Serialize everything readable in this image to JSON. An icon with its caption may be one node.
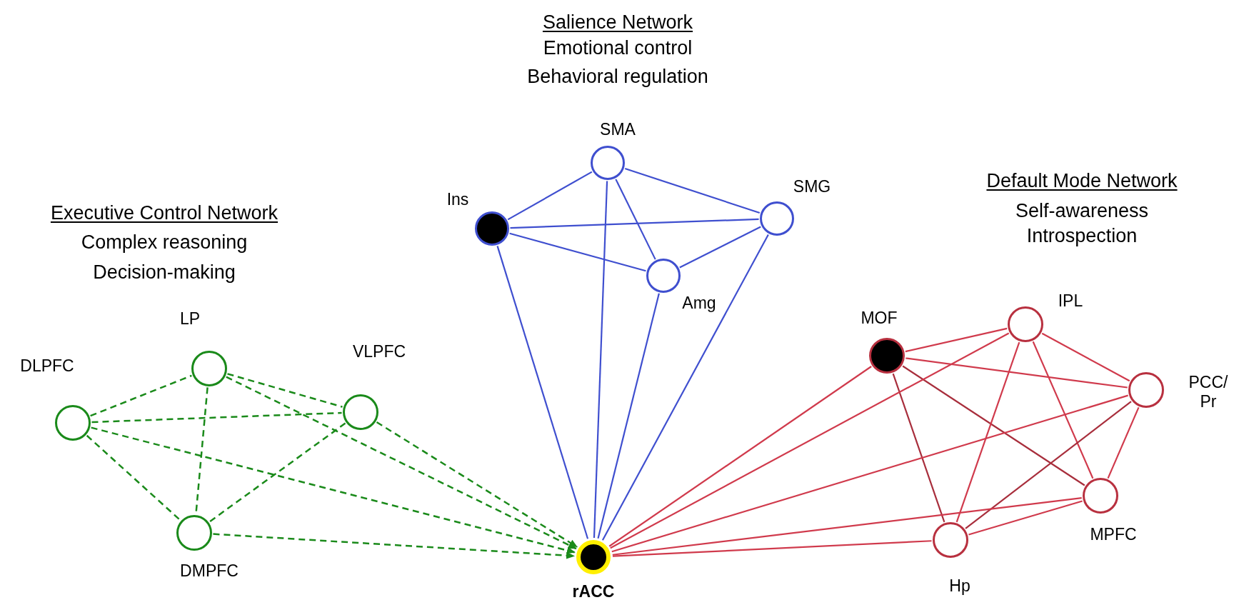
{
  "diagram": {
    "nodes": [
      {
        "text": [
          "SMA"
        ]
      },
      {
        "text": [
          "Ins"
        ]
      },
      {
        "text": [
          "SMG"
        ]
      },
      {
        "text": [
          "Amg"
        ]
      },
      {
        "text": [
          "DLPFC"
        ]
      },
      {
        "text": [
          "LP"
        ]
      },
      {
        "text": [
          "VLPFC"
        ]
      },
      {
        "text": [
          "DMPFC"
        ]
      },
      {
        "text": [
          "MOF"
        ]
      },
      {
        "text": [
          "IPL"
        ]
      },
      {
        "text": [
          "PCC/ Pr"
        ]
      },
      {
        "text": [
          "MPFC"
        ]
      },
      {
        "text": [
          "Hp"
        ]
      },
      {
        "text": [
          "rACC"
        ]
      }
    ],
    "edges": [
      {
        "from": 1,
        "to": 0,
        "arrow": "none",
        "color": "#3f4fcf"
      },
      {
        "from": 0,
        "to": 2,
        "arrow": "none",
        "color": "#3f4fcf"
      },
      {
        "from": 1,
        "to": 2,
        "arrow": "none",
        "color": "#3f4fcf"
      },
      {
        "from": 1,
        "to": 3,
        "arrow": "none",
        "color": "#3f4fcf"
      },
      {
        "from": 0,
        "to": 3,
        "arrow": "none",
        "color": "#3f4fcf"
      },
      {
        "from": 3,
        "to": 2,
        "arrow": "none",
        "color": "#3f4fcf"
      },
      {
        "from": 1,
        "to": 13,
        "arrow": "none",
        "color": "#3f4fcf"
      },
      {
        "from": 0,
        "to": 13,
        "arrow": "none",
        "color": "#3f4fcf"
      },
      {
        "from": 3,
        "to": 13,
        "arrow": "none",
        "color": "#3f4fcf"
      },
      {
        "from": 2,
        "to": 13,
        "arrow": "none",
        "color": "#3f4fcf"
      },
      {
        "from": 4,
        "to": 5,
        "arrow": "none",
        "style": "dashed",
        "color": "#1a8a1a"
      },
      {
        "from": 4,
        "to": 6,
        "arrow": "none",
        "style": "dashed",
        "color": "#1a8a1a"
      },
      {
        "from": 4,
        "to": 7,
        "arrow": "none",
        "style": "dashed",
        "color": "#1a8a1a"
      },
      {
        "from": 5,
        "to": 6,
        "arrow": "none",
        "style": "dashed",
        "color": "#1a8a1a"
      },
      {
        "from": 5,
        "to": 7,
        "arrow": "none",
        "style": "dashed",
        "color": "#1a8a1a"
      },
      {
        "from": 6,
        "to": 7,
        "arrow": "none",
        "style": "dashed",
        "color": "#1a8a1a"
      },
      {
        "from": 4,
        "to": 13,
        "arrow": "to",
        "style": "dashed",
        "color": "#1a8a1a"
      },
      {
        "from": 5,
        "to": 13,
        "arrow": "to",
        "style": "dashed",
        "color": "#1a8a1a"
      },
      {
        "from": 6,
        "to": 13,
        "arrow": "to",
        "style": "dashed",
        "color": "#1a8a1a"
      },
      {
        "from": 7,
        "to": 13,
        "arrow": "to",
        "style": "dashed",
        "color": "#1a8a1a"
      },
      {
        "from": 8,
        "to": 9,
        "arrow": "none"
      },
      {
        "from": 8,
        "to": 10,
        "arrow": "none"
      },
      {
        "from": 8,
        "to": 11,
        "arrow": "none",
        "color": "#a82e3c"
      },
      {
        "from": 8,
        "to": 12,
        "arrow": "none",
        "color": "#a82e3c"
      },
      {
        "from": 8,
        "to": 13,
        "arrow": "none"
      },
      {
        "from": 9,
        "to": 10,
        "arrow": "none"
      },
      {
        "from": 9,
        "to": 11,
        "arrow": "none"
      },
      {
        "from": 9,
        "to": 12,
        "arrow": "none"
      },
      {
        "from": 9,
        "to": 13,
        "arrow": "none"
      },
      {
        "from": 10,
        "to": 11,
        "arrow": "none"
      },
      {
        "from": 10,
        "to": 12,
        "arrow": "none",
        "color": "#a82e3c"
      },
      {
        "from": 10,
        "to": 13,
        "arrow": "none"
      },
      {
        "from": 11,
        "to": 12,
        "arrow": "none"
      },
      {
        "from": 11,
        "to": 13,
        "arrow": "none"
      },
      {
        "from": 12,
        "to": 13,
        "arrow": "none"
      }
    ],
    "labels": [
      "Salience Network",
      "Emotional control",
      "Behavioral regulation",
      "Executive Control Network",
      "Complex reasoning",
      "Decision-making",
      "Default Mode Network",
      "Self-awareness",
      "Introspection"
    ]
  }
}
